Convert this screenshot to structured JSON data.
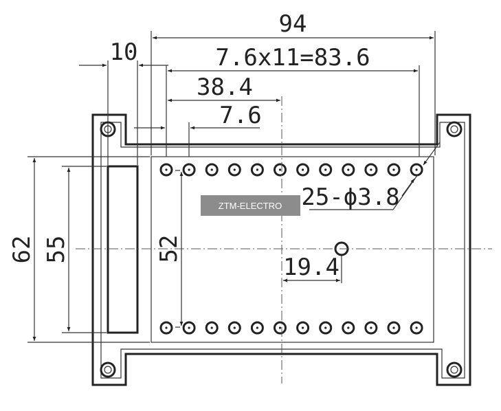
{
  "dimensions": {
    "width_total": "94",
    "pitch_span": "7.6x11=83.6",
    "center_offset": "38.4",
    "pitch": "7.6",
    "flange": "10",
    "height_total": "62",
    "height_inner": "55",
    "row_spacing": "52",
    "hole_offset": "19.4",
    "holes": "25-ϕ3.8"
  },
  "watermark": {
    "text": "ZTM-ELECTRO"
  },
  "colors": {
    "line": "#222222",
    "watermark_bg": "#8c8c8c",
    "watermark_text": "#ffffff"
  }
}
